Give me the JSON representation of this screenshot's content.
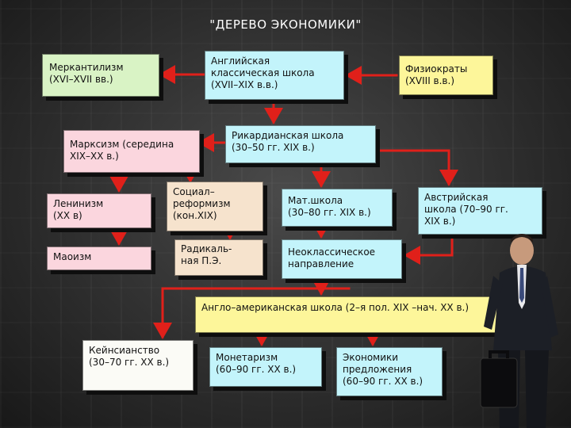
{
  "title": "\"ДЕРЕВО ЭКОНОМИКИ\"",
  "boxes": {
    "mercantilism": "Меркантилизм\n(XVI–XVII вв.)",
    "english_classical": "Английская\nклассическая школа\n(XVII–XIX в.в.)",
    "physiocrats": "Физиократы\n(XVIII в.в.)",
    "marxism": "Марксизм (середина\nXIX–XX в.)",
    "ricardian": "Рикардианская школа\n(30–50 гг. XIX  в.)",
    "leninism": "Ленинизм\n(XX в)",
    "social_reformism": "Социал–\nреформизм\n(кон.XIX)",
    "math_school": "Мат.школа\n(30–80 гг. XIX в.)",
    "austrian": "Австрийская\nшкола    (70–90 гг.\nXIX в.)",
    "maoism": "Маоизм",
    "radical_pe": "Радикаль-\nная П.Э.",
    "neoclassical": "Неоклассическое\nнаправление",
    "anglo_american": "Англо–американская школа (2–я пол. XIX –нач. XX в.)",
    "keynesianism": "Кейнсианство\n(30–70 гг. XX в.)",
    "monetarism": "Монетаризм\n(60–90 гг. XX  в.)",
    "supply_economics": "Экономики\nпредложения\n(60–90 гг. XX  в.)"
  },
  "colors": {
    "arrow": "#e0201a",
    "cyan_box": "#c3f4fb",
    "green_box": "#d9f3c5",
    "yellow_box": "#fdf69a",
    "pink_box": "#fbd6de"
  },
  "icons": {
    "decoration": "businessman-with-briefcase"
  }
}
